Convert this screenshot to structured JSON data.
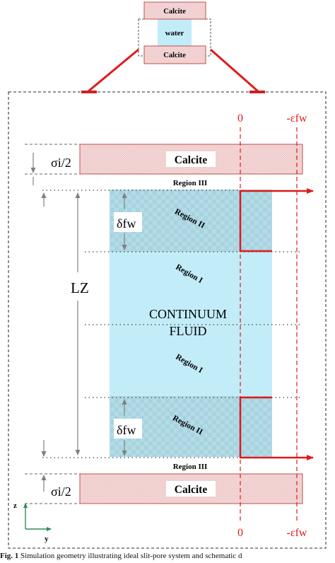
{
  "top_inset": {
    "upper_slab": "Calcite",
    "middle": "water",
    "lower_slab": "Calcite"
  },
  "slabs": {
    "top_label": "Calcite",
    "bottom_label": "Calcite"
  },
  "regions": {
    "region_iii_top": "Region III",
    "region_ii_top": "Region II",
    "region_i_top": "Region I",
    "continuum_line1": "CONTINUUM",
    "continuum_line2": "FLUID",
    "region_i_bottom": "Region I",
    "region_ii_bottom": "Region II",
    "region_iii_bottom": "Region III"
  },
  "symbols": {
    "sigma_half_top": "σi/2",
    "sigma_half_bottom": "σi/2",
    "delta_fw_top": "δfw",
    "delta_fw_bottom": "δfw",
    "lz": "LZ",
    "zero_top": "0",
    "zero_bottom": "0",
    "eps_top": "-εfw",
    "eps_bottom": "-εfw"
  },
  "axes": {
    "z": "z",
    "y": "y"
  },
  "caption": {
    "prefix": "Fig. 1",
    "text": " Simulation geometry illustrating ideal slit-pore system and schematic d"
  },
  "colors": {
    "calcite_fill": "#f6dada",
    "calcite_border": "#c0504d",
    "fluid": "#c2ecf8",
    "region_ii": "#a9d5e0",
    "red": "#e01a1a",
    "axis_green": "#2e8b57"
  }
}
